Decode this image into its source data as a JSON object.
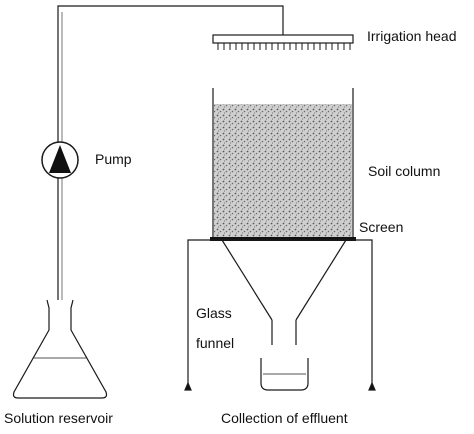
{
  "labels": {
    "irrigation_head": "Irrigation head",
    "pump": "Pump",
    "soil_column": "Soil column",
    "screen": "Screen",
    "glass_funnel_line1": "Glass",
    "glass_funnel_line2": "funnel",
    "solution_reservoir": "Solution reservoir",
    "collection_of_effluent": "Collection of effluent"
  },
  "colors": {
    "line": "#1a1a1a",
    "soil": "#8a8a8a",
    "background": "#ffffff"
  }
}
